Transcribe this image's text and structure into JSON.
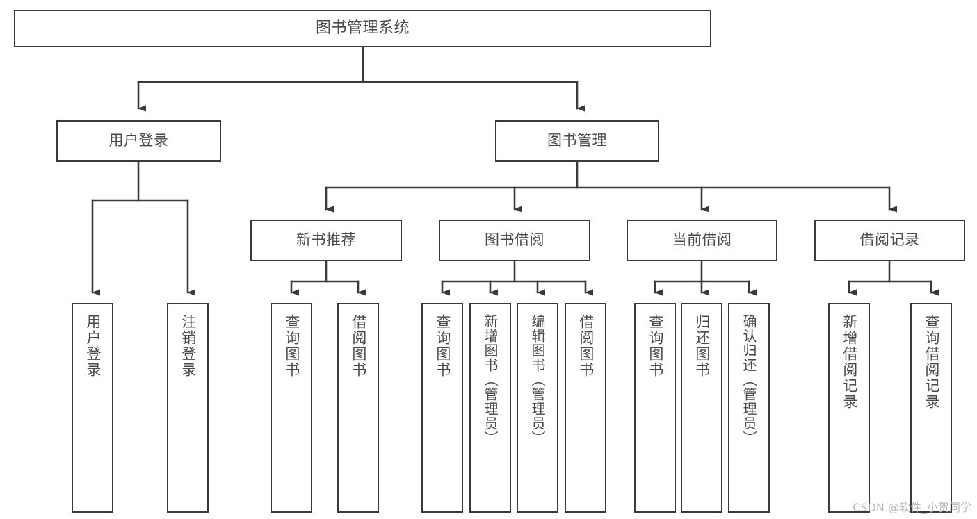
{
  "diagram": {
    "title": "图书管理系统",
    "type": "tree-hierarchy-functional-structure",
    "orientation": "top-down",
    "colors": {
      "box_border": "#3a3a3a",
      "box_fill": "#ffffff",
      "text": "#4a4a4a",
      "connector": "#3a3a3a",
      "watermark": "#b9b9b9",
      "background": "#ffffff"
    },
    "root": {
      "label": "图书管理系统"
    },
    "level1": [
      {
        "label": "用户登录"
      },
      {
        "label": "图书管理"
      }
    ],
    "level2": [
      {
        "label": "新书推荐"
      },
      {
        "label": "图书借阅"
      },
      {
        "label": "当前借阅"
      },
      {
        "label": "借阅记录"
      }
    ],
    "leaves": {
      "user_login": [
        {
          "label": "用户登录"
        },
        {
          "label": "注销登录"
        }
      ],
      "new_book_recommend": [
        {
          "label": "查询图书"
        },
        {
          "label": "借阅图书"
        }
      ],
      "book_borrow": [
        {
          "label": "查询图书"
        },
        {
          "label": "新增图书（管理员）"
        },
        {
          "label": "编辑图书（管理员）"
        },
        {
          "label": "借阅图书"
        }
      ],
      "current_borrow": [
        {
          "label": "查询图书"
        },
        {
          "label": "归还图书"
        },
        {
          "label": "确认归还（管理员）"
        }
      ],
      "borrow_record": [
        {
          "label": "新增借阅记录"
        },
        {
          "label": "查询借阅记录"
        }
      ]
    }
  },
  "watermark": {
    "text": "CSDN @软件_小贺同学"
  }
}
